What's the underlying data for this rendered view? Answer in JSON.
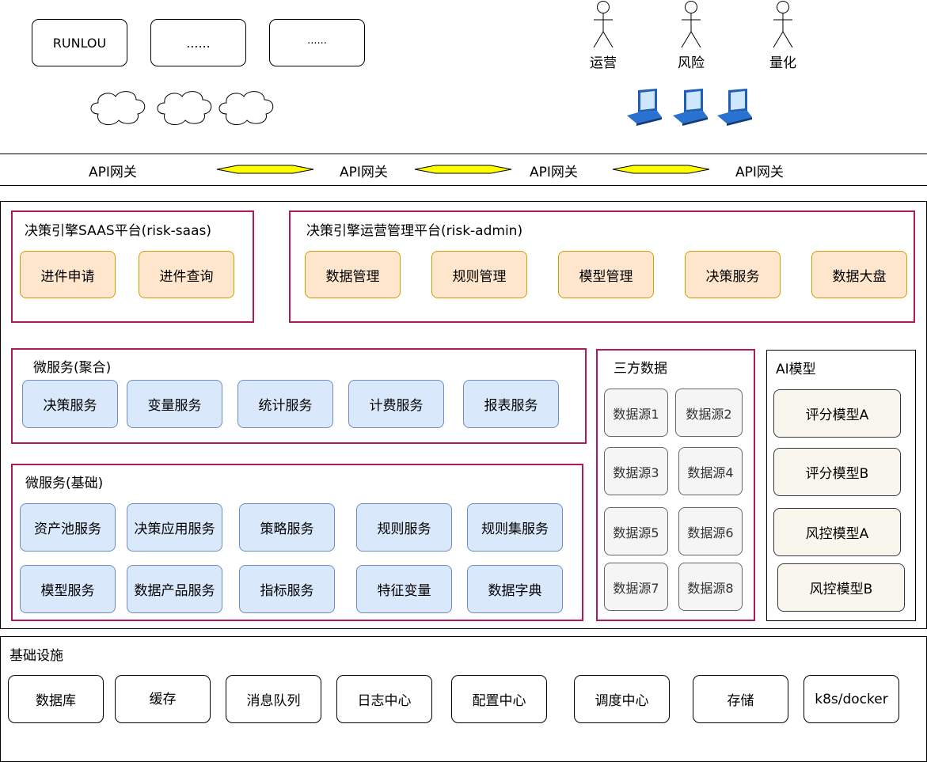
{
  "top_boxes": [
    "RUNLOU",
    "......",
    "......"
  ],
  "actors": [
    "运营",
    "风险",
    "量化"
  ],
  "icons": {
    "cloud": "cloud-icon",
    "computer": "laptop-computer-icon",
    "actor": "stick-figure-actor-icon",
    "gateway_link": "yellow-hexagon-connector"
  },
  "gateway": {
    "labels": [
      "API网关",
      "API网关",
      "API网关",
      "API网关"
    ]
  },
  "saas": {
    "title": "决策引擎SAAS平台(risk-saas)",
    "items": [
      "进件申请",
      "进件查询"
    ]
  },
  "admin": {
    "title": "决策引擎运营管理平台(risk-admin)",
    "items": [
      "数据管理",
      "规则管理",
      "模型管理",
      "决策服务",
      "数据大盘"
    ]
  },
  "micro_agg": {
    "title": "微服务(聚合)",
    "items": [
      "决策服务",
      "变量服务",
      "统计服务",
      "计费服务",
      "报表服务"
    ]
  },
  "micro_base": {
    "title": "微服务(基础)",
    "row1": [
      "资产池服务",
      "决策应用服务",
      "策略服务",
      "规则服务",
      "规则集服务"
    ],
    "row2": [
      "模型服务",
      "数据产品服务",
      "指标服务",
      "特征变量",
      "数据字典"
    ]
  },
  "third_party": {
    "title": "三方数据",
    "items": [
      "数据源1",
      "数据源2",
      "数据源3",
      "数据源4",
      "数据源5",
      "数据源6",
      "数据源7",
      "数据源8"
    ]
  },
  "ai": {
    "title": "AI模型",
    "items": [
      "评分模型A",
      "评分模型B",
      "风控模型A",
      "风控模型B"
    ]
  },
  "infra": {
    "title": "基础设施",
    "items": [
      "数据库",
      "缓存",
      "消息队列",
      "日志中心",
      "配置中心",
      "调度中心",
      "存储",
      "k8s/docker"
    ]
  },
  "colors": {
    "frame_red": "#b0195a",
    "orange_fill": "#ffe6cc",
    "orange_stroke": "#d79b00",
    "blue_fill": "#dae8fc",
    "blue_stroke": "#6c8ebf",
    "grey_fill": "#f5f5f5",
    "beige_fill": "#f9f7ed",
    "gateway_yellow": "#ffff00"
  }
}
